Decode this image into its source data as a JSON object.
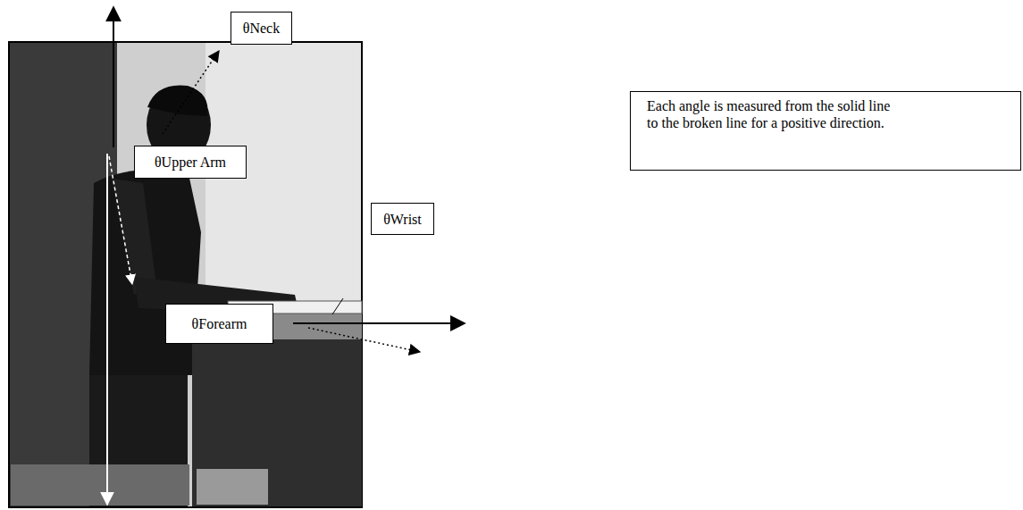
{
  "diagram": {
    "nodes": [
      {
        "text": [
          "θNeck"
        ]
      },
      {
        "text": [
          "θUpper Arm"
        ]
      },
      {
        "text": [
          "θWrist"
        ]
      },
      {
        "text": [
          "θForearm"
        ]
      },
      {
        "text": [
          "Each angle is measured from the solid line to the broken line for a positive direction."
        ]
      }
    ]
  }
}
